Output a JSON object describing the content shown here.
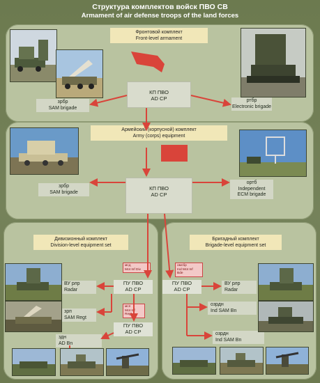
{
  "title_ru": "Структура комплектов войск ПВО СВ",
  "title_en": "Armament of air defense troops of the land forces",
  "front": {
    "header_ru": "Фронтовой комплект",
    "header_en": "Front-level armament",
    "cp_ru": "КП ПВО",
    "cp_en": "AD CP",
    "left_ru": "зрбр",
    "left_en": "SAM brigade",
    "right_ru": "ртбр",
    "right_en": "Electronic brigade"
  },
  "army": {
    "header_ru": "Армейский (корпусной) комплект",
    "header_en": "Army (corps) equipment",
    "cp_ru": "КП ПВО",
    "cp_en": "AD CP",
    "left_ru": "зрбр",
    "left_en": "SAM brigade",
    "right_ru": "ортб",
    "right_en": "Independent",
    "right_en2": "ECM brigade"
  },
  "division": {
    "header_ru": "Дивизионный комплект",
    "header_en": "Division-level equipment set",
    "tag1": [
      "мсд",
      "Mot Inf Div"
    ],
    "tag2": [
      "мсп",
      "Mot Inf",
      "Regt"
    ],
    "pu1_ru": "ПУ ПВО",
    "pu1_en": "AD CP",
    "pu2_ru": "ПУ ПВО",
    "pu2_en": "AD CP",
    "radar_ru": "ВУ рлр",
    "radar_en": "Radar",
    "sam_ru": "зрп",
    "sam_en": "SAM Regt",
    "bn_ru": "здн",
    "bn_en": "AD Bn"
  },
  "brigade": {
    "header_ru": "Бригадный комплект",
    "header_en": "Brigade-level equipment set",
    "tag1": [
      "омсбр",
      "Ind Mot Inf",
      "Bde"
    ],
    "pu_ru": "ПУ ПВО",
    "pu_en": "AD CP",
    "radar_ru": "ВУ рлр",
    "radar_en": "Radar",
    "ozrdn1_ru": "озрдн",
    "ozrdn1_en": "Ind SAM Bn",
    "ozrdn2_ru": "озрдн",
    "ozrdn2_en": "Ind SAM Bn"
  },
  "colors": {
    "arrow": "#d9443a",
    "panel": "#b9c3a0",
    "header": "#f1e7b8"
  }
}
